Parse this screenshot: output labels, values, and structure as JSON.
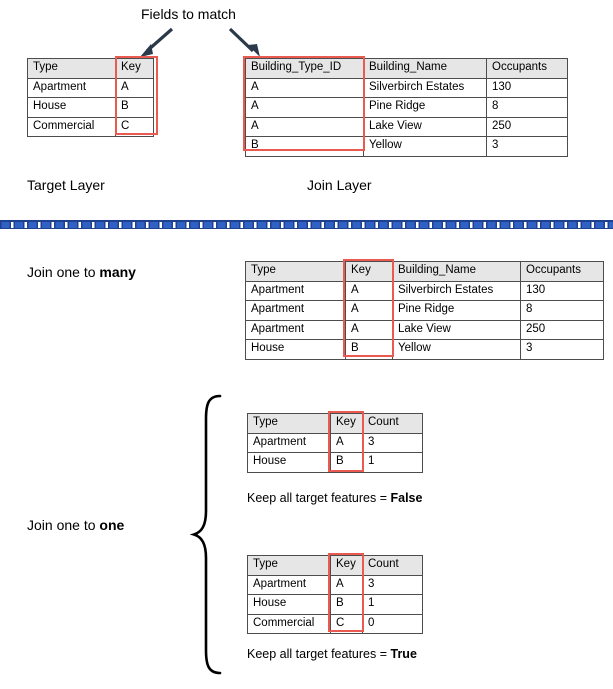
{
  "annotations": {
    "fields_to_match": "Fields to match",
    "target_layer": "Target Layer",
    "join_layer": "Join Layer",
    "join_one_to_many_prefix": "Join one to ",
    "join_one_to_many_emphasis": "many",
    "join_one_to_one_prefix": "Join one to ",
    "join_one_to_one_emphasis": "one",
    "keep_all_false_prefix": "Keep all target features = ",
    "keep_all_false_emphasis": "False",
    "keep_all_true_prefix": "Keep all target features = ",
    "keep_all_true_emphasis": "True"
  },
  "colors": {
    "highlight": "#ea5a50",
    "header_fill": "#e6e6e6",
    "border": "#4d4d4d",
    "divider_blue": "#2f62c4",
    "divider_blue_dark": "#1f3f8f",
    "text": "#000000"
  },
  "tables": {
    "target_layer": {
      "name": "Target Layer",
      "headers": [
        "Type",
        "Key"
      ],
      "rows": [
        [
          "Apartment",
          "A"
        ],
        [
          "House",
          "B"
        ],
        [
          "Commercial",
          "C"
        ]
      ],
      "highlighted_column": "Key"
    },
    "join_layer": {
      "name": "Join Layer",
      "headers": [
        "Building_Type_ID",
        "Building_Name",
        "Occupants"
      ],
      "rows": [
        [
          "A",
          "Silverbirch Estates",
          "130"
        ],
        [
          "A",
          "Pine Ridge",
          "8"
        ],
        [
          "A",
          "Lake View",
          "250"
        ],
        [
          "B",
          "Yellow",
          "3"
        ]
      ],
      "highlighted_column": "Building_Type_ID"
    },
    "one_to_many_result": {
      "headers": [
        "Type",
        "Key",
        "Building_Name",
        "Occupants"
      ],
      "rows": [
        [
          "Apartment",
          "A",
          "Silverbirch Estates",
          "130"
        ],
        [
          "Apartment",
          "A",
          "Pine Ridge",
          "8"
        ],
        [
          "Apartment",
          "A",
          "Lake View",
          "250"
        ],
        [
          "House",
          "B",
          "Yellow",
          "3"
        ]
      ],
      "highlighted_column": "Key"
    },
    "one_to_one_false": {
      "headers": [
        "Type",
        "Key",
        "Count"
      ],
      "rows": [
        [
          "Apartment",
          "A",
          "3"
        ],
        [
          "House",
          "B",
          "1"
        ]
      ],
      "highlighted_column": "Key"
    },
    "one_to_one_true": {
      "headers": [
        "Type",
        "Key",
        "Count"
      ],
      "rows": [
        [
          "Apartment",
          "A",
          "3"
        ],
        [
          "House",
          "B",
          "1"
        ],
        [
          "Commercial",
          "C",
          "0"
        ]
      ],
      "highlighted_column": "Key"
    }
  }
}
